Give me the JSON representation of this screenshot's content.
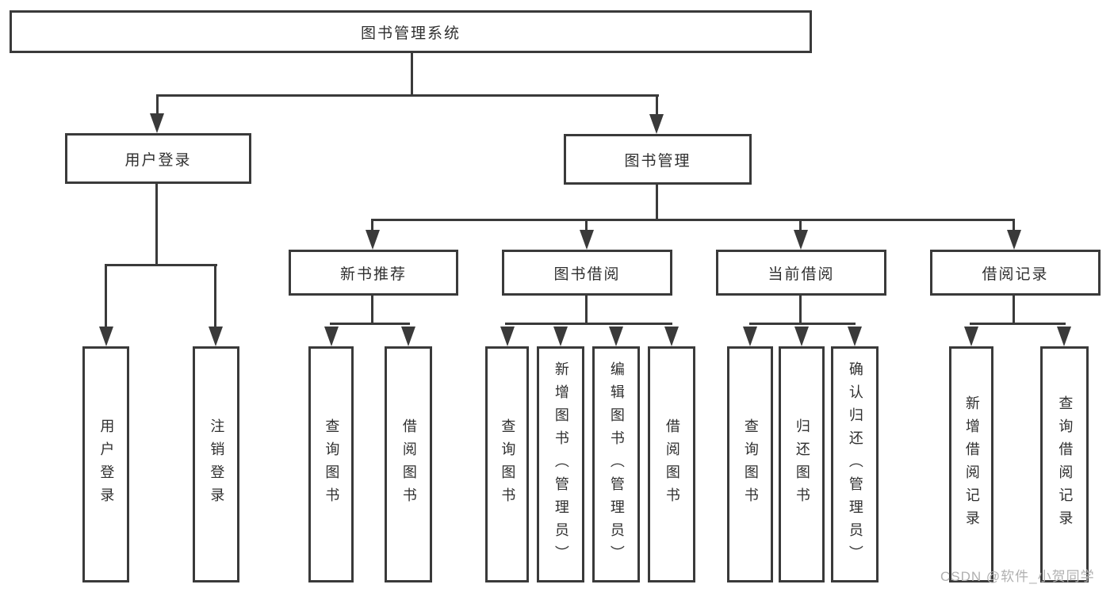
{
  "colors": {
    "line": "#3a3a3a",
    "text": "#2f2f2f",
    "watermark": "#b0b0b0",
    "background": "#ffffff"
  },
  "root": {
    "label": "图书管理系统"
  },
  "level2": {
    "user_login": {
      "label": "用户登录"
    },
    "book_mgmt": {
      "label": "图书管理"
    }
  },
  "user_login_children": [
    {
      "label": "用户登录"
    },
    {
      "label": "注销登录"
    }
  ],
  "groups": [
    {
      "label": "新书推荐",
      "children": [
        {
          "label": "查询图书"
        },
        {
          "label": "借阅图书"
        }
      ]
    },
    {
      "label": "图书借阅",
      "children": [
        {
          "label": "查询图书"
        },
        {
          "label": "新增图书（管理员）"
        },
        {
          "label": "编辑图书（管理员）"
        },
        {
          "label": "借阅图书"
        }
      ]
    },
    {
      "label": "当前借阅",
      "children": [
        {
          "label": "查询图书"
        },
        {
          "label": "归还图书"
        },
        {
          "label": "确认归还（管理员）"
        }
      ]
    },
    {
      "label": "借阅记录",
      "children": [
        {
          "label": "新增借阅记录"
        },
        {
          "label": "查询借阅记录"
        }
      ]
    }
  ],
  "watermark": {
    "text": "CSDN @软件_小贺同学"
  }
}
